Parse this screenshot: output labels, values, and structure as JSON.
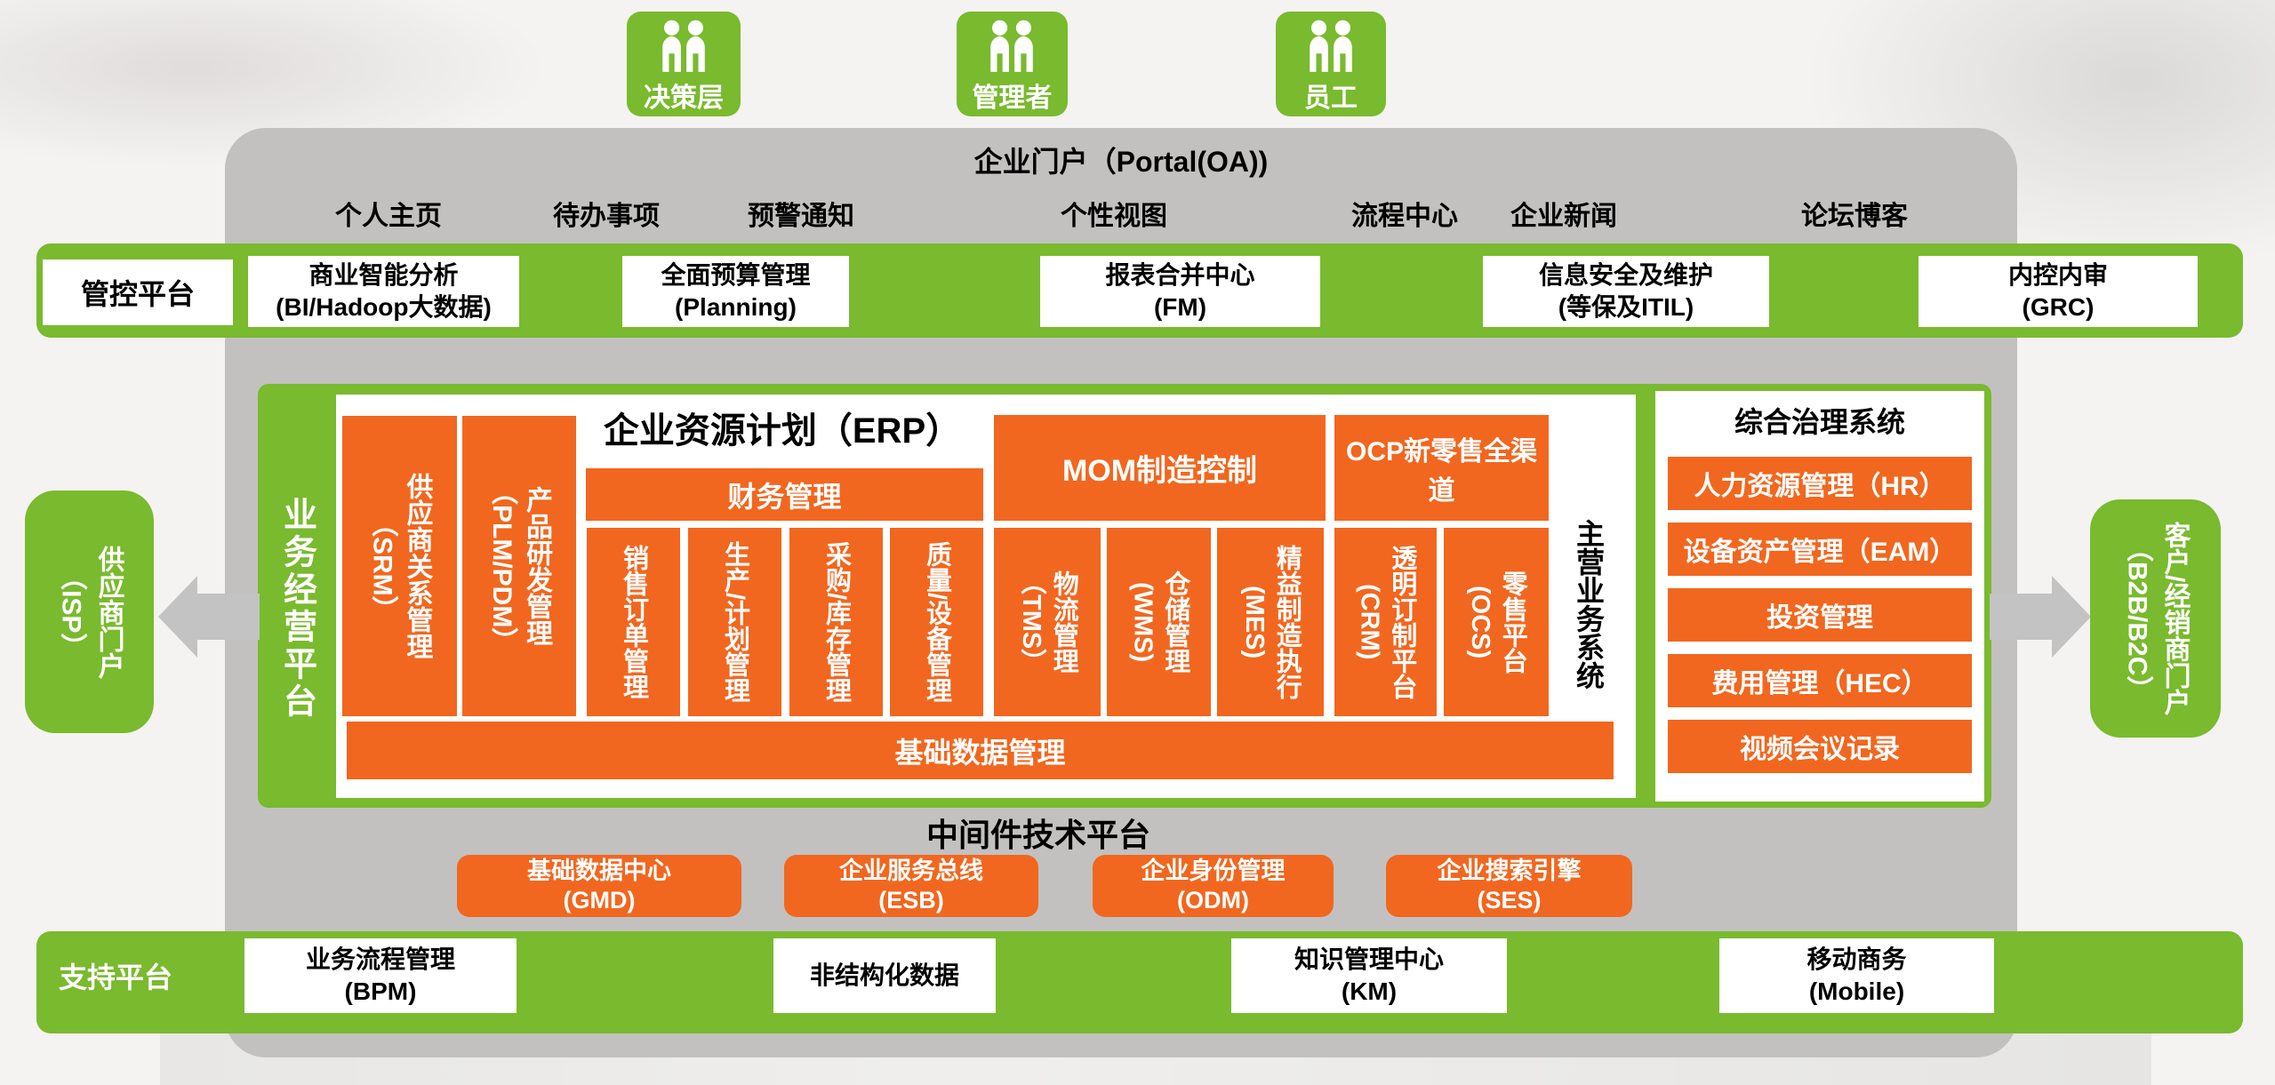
{
  "audiences": {
    "items": [
      "决策层",
      "管理者",
      "员工"
    ]
  },
  "portal": {
    "title": "企业门户（Portal(OA))",
    "items": [
      "个人主页",
      "待办事项",
      "预警通知",
      "个性视图",
      "流程中心",
      "企业新闻",
      "论坛博客"
    ]
  },
  "control": {
    "label": "管控平台",
    "boxes": [
      "商业智能分析\n(BI/Hadoop大数据)",
      "全面预算管理\n(Planning)",
      "报表合并中心\n(FM)",
      "信息安全及维护\n(等保及ITIL)",
      "内控内审\n(GRC)"
    ]
  },
  "business": {
    "label": "业务经营平台",
    "erp_title": "企业资源计划（ERP）",
    "srm": "供应商关系管理\n（SRM）",
    "plm": "产品研发管理\n（PLM/PDM）",
    "finance": {
      "header": "财务管理",
      "cols": [
        "销售订单管理",
        "生产/计划管理",
        "采购/库存管理",
        "质量/设备管理"
      ]
    },
    "mom": {
      "header": "MOM制造控制",
      "cols": [
        "物流管理\n（TMS）",
        "仓储管理\n(WMS)",
        "精益制造执行\n(MES)"
      ]
    },
    "ocp": {
      "header": "OCP新零售全渠道",
      "cols": [
        "透明订制平台\n(CRM)",
        "零售平台\n(OCS)"
      ]
    },
    "side_label": "主营业务系统",
    "base_bar": "基础数据管理"
  },
  "governance": {
    "title": "综合治理系统",
    "boxes": [
      "人力资源管理（HR）",
      "设备资产管理（EAM）",
      "投资管理",
      "费用管理（HEC）",
      "视频会议记录"
    ]
  },
  "left_portal": {
    "label": "供应商门户\n（ISP）"
  },
  "right_portal": {
    "label": "客户/经销商门户\n（B2B/B2C）"
  },
  "middleware": {
    "title": "中间件技术平台",
    "boxes": [
      "基础数据中心\n(GMD)",
      "企业服务总线\n(ESB)",
      "企业身份管理\n(ODM)",
      "企业搜索引擎\n(SES)"
    ]
  },
  "support": {
    "label": "支持平台",
    "boxes": [
      "业务流程管理\n(BPM)",
      "非结构化数据",
      "知识管理中心\n(KM)",
      "移动商务\n(Mobile)"
    ]
  },
  "colors": {
    "green": "#79BA2E",
    "orange": "#F1671F",
    "panel_gray": "#C2C1C0",
    "arrow_gray": "#C3C3C3"
  }
}
